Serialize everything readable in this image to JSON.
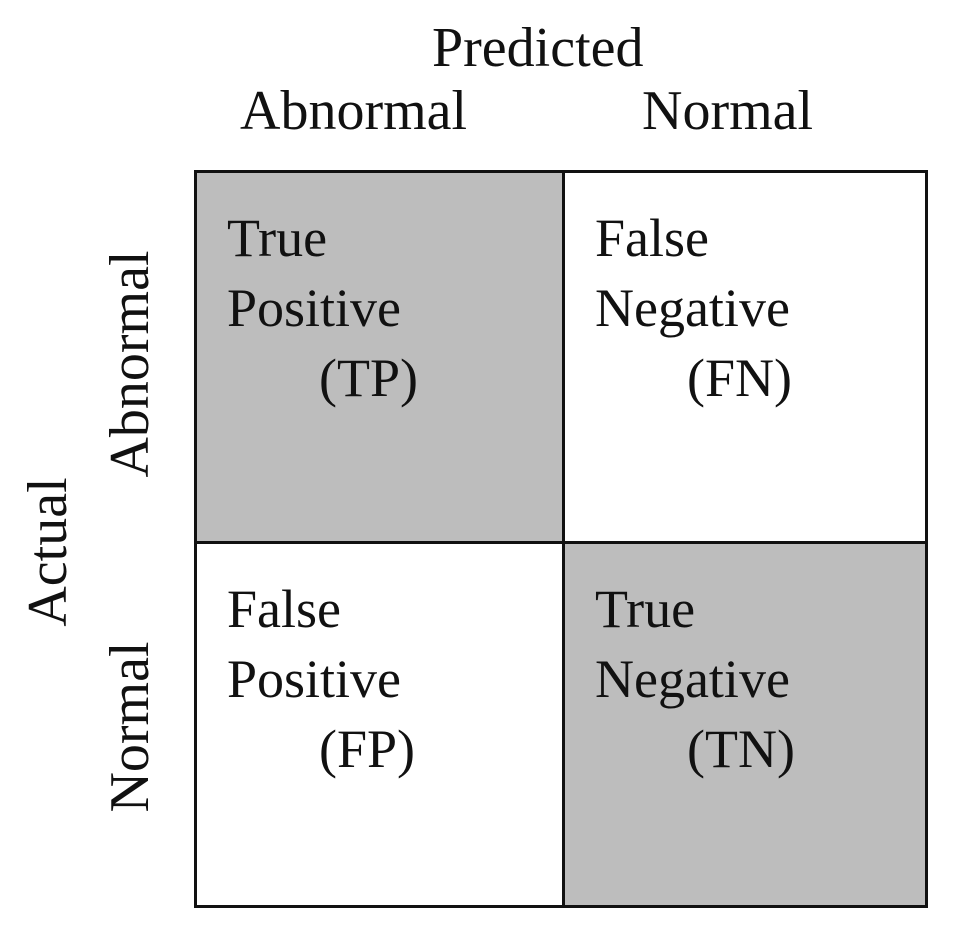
{
  "header": {
    "predicted": "Predicted",
    "pred_abnormal": "Abnormal",
    "pred_normal": "Normal"
  },
  "side": {
    "actual": "Actual",
    "actual_abnormal": "Abnormal",
    "actual_normal": "Normal"
  },
  "cells": {
    "tp": {
      "line1": "True",
      "line2": "Positive",
      "abbr": "(TP)",
      "fill": "#bdbdbd"
    },
    "fn": {
      "line1": "False",
      "line2": "Negative",
      "abbr": "(FN)",
      "fill": "#ffffff"
    },
    "fp": {
      "line1": "False",
      "line2": "Positive",
      "abbr": "(FP)",
      "fill": "#ffffff"
    },
    "tn": {
      "line1": "True",
      "line2": "Negative",
      "abbr": "(TN)",
      "fill": "#bdbdbd"
    }
  }
}
